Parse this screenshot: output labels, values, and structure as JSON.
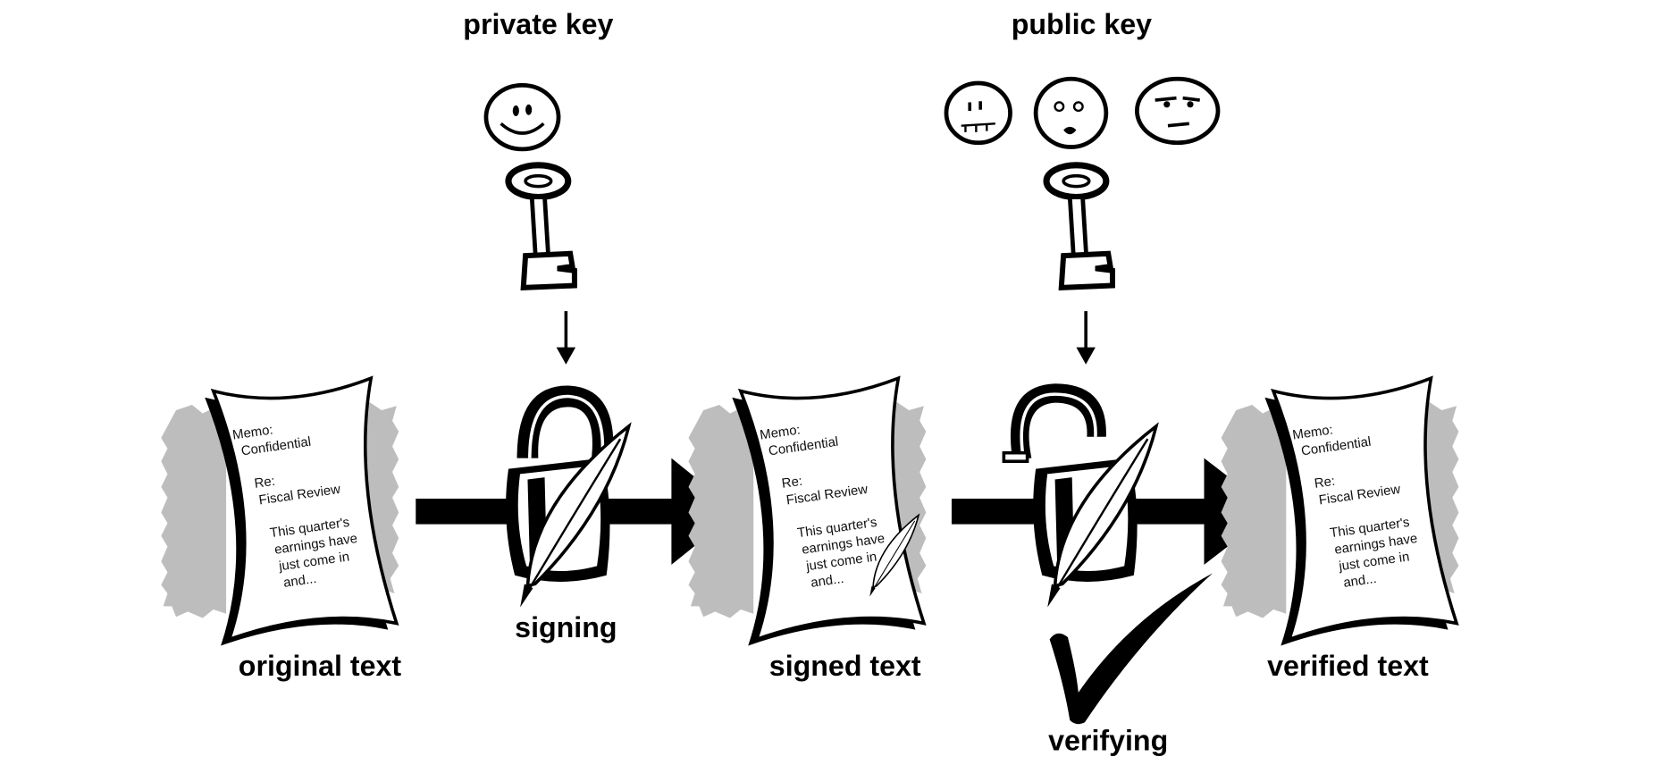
{
  "labels": {
    "private_key": "private key",
    "public_key": "public key",
    "original_text": "original text",
    "signing": "signing",
    "signed_text": "signed text",
    "verifying": "verifying",
    "verified_text": "verified text"
  },
  "memo": {
    "line1": "Memo:",
    "line2": "Confidential",
    "line3": "Re:",
    "line4": "Fiscal Review",
    "line5": "This quarter's",
    "line6": "earnings have",
    "line7": "just come in",
    "line8": "and..."
  },
  "colors": {
    "shadow": "#bdbdbd",
    "ink": "#000000"
  }
}
